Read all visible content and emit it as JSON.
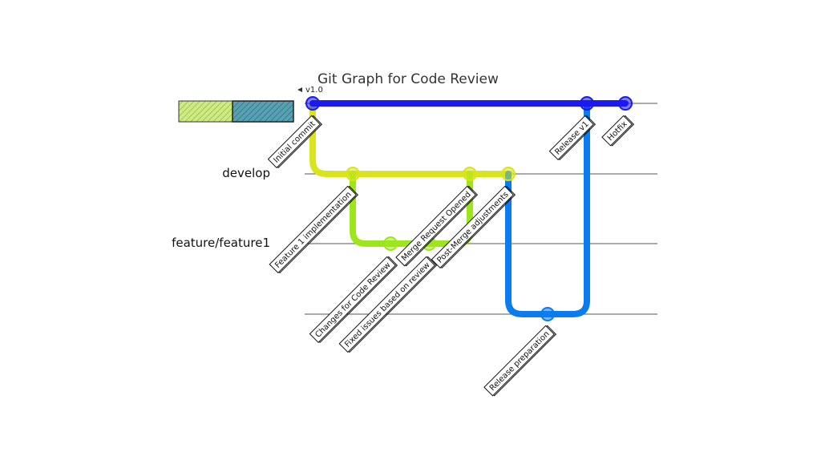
{
  "title": "Git Graph for Code Review",
  "colors": {
    "main": "#1a1af0",
    "develop": "#d8e41c",
    "feature": "#9ee61c",
    "release": "#0a7cf0"
  },
  "branches": [
    {
      "id": "main",
      "label": ""
    },
    {
      "id": "develop",
      "label": "develop"
    },
    {
      "id": "feature",
      "label": "feature/feature1"
    },
    {
      "id": "release",
      "label": ""
    }
  ],
  "tag": {
    "label": "v1.0"
  },
  "commits": [
    {
      "id": "initial",
      "label": "Initial commit"
    },
    {
      "id": "feat-impl",
      "label": "Feature 1 implementation"
    },
    {
      "id": "changes",
      "label": "Changes for Code Review"
    },
    {
      "id": "fixed",
      "label": "Fixed issues based on review"
    },
    {
      "id": "mr-opened",
      "label": "Merge Request Opened"
    },
    {
      "id": "post-merge",
      "label": "Post-Merge adjustments"
    },
    {
      "id": "release-prep",
      "label": "Release preparation"
    },
    {
      "id": "release-v1",
      "label": "Release v1"
    },
    {
      "id": "hotfix",
      "label": "Hotfix"
    }
  ]
}
